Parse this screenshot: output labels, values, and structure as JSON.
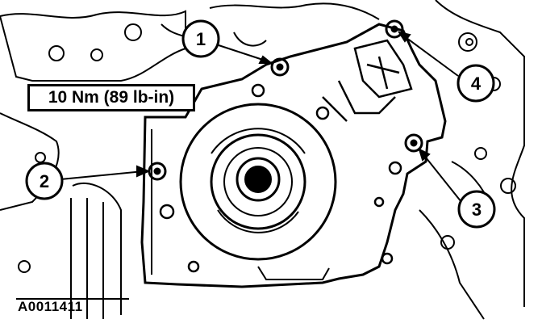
{
  "torque_spec": "10 Nm (89 lb-in)",
  "figure_id": "A0011411",
  "callouts": [
    {
      "label": "1"
    },
    {
      "label": "2"
    },
    {
      "label": "3"
    },
    {
      "label": "4"
    }
  ],
  "colors": {
    "ink": "#000000",
    "paper": "#ffffff"
  }
}
